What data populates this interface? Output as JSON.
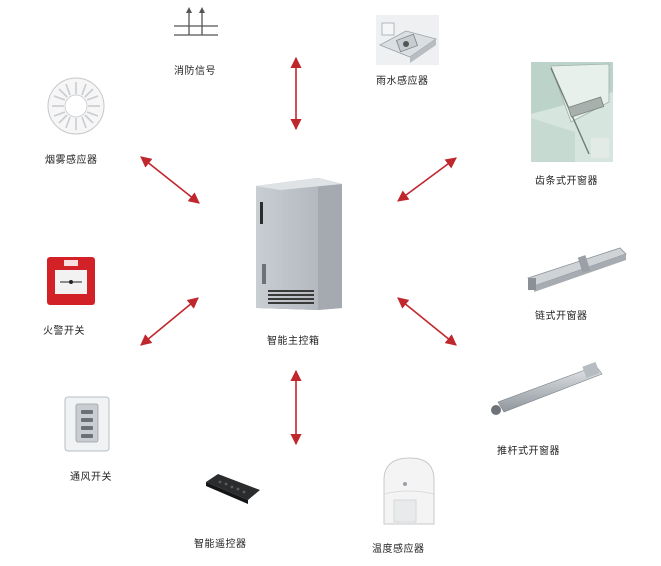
{
  "center": {
    "label": "智能主控箱",
    "icon": "control-cabinet-icon"
  },
  "devices": [
    {
      "key": "fire-signal",
      "label": "消防信号",
      "icon": "fire-signal-icon"
    },
    {
      "key": "rain-sensor",
      "label": "雨水感应器",
      "icon": "rain-sensor-icon"
    },
    {
      "key": "rack-window-opener",
      "label": "齿条式开窗器",
      "icon": "rack-window-opener-icon"
    },
    {
      "key": "chain-window-opener",
      "label": "链式开窗器",
      "icon": "chain-window-opener-icon"
    },
    {
      "key": "push-rod-window-opener",
      "label": "推杆式开窗器",
      "icon": "push-rod-window-opener-icon"
    },
    {
      "key": "temperature-sensor",
      "label": "温度感应器",
      "icon": "temperature-sensor-icon"
    },
    {
      "key": "smart-remote",
      "label": "智能遥控器",
      "icon": "remote-control-icon"
    },
    {
      "key": "vent-switch",
      "label": "通风开关",
      "icon": "vent-switch-icon"
    },
    {
      "key": "fire-alarm-switch",
      "label": "火警开关",
      "icon": "fire-alarm-switch-icon"
    },
    {
      "key": "smoke-sensor",
      "label": "烟雾感应器",
      "icon": "smoke-sensor-icon"
    }
  ],
  "colors": {
    "arrow": "#c0272d",
    "label": "#222222",
    "background": "#ffffff"
  }
}
